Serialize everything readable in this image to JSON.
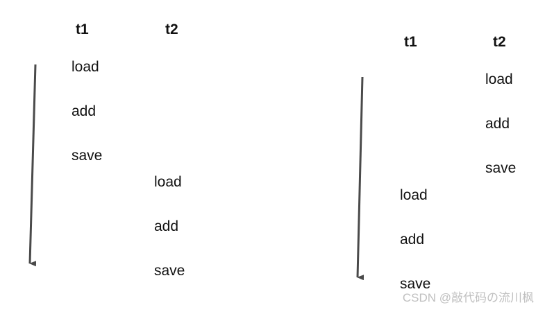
{
  "left_diagram": {
    "header_t1": "t1",
    "header_t2": "t2",
    "t1_ops": [
      "load",
      "add",
      "save"
    ],
    "t2_ops": [
      "load",
      "add",
      "save"
    ]
  },
  "right_diagram": {
    "header_t1": "t1",
    "header_t2": "t2",
    "t1_ops": [
      "load",
      "add",
      "save"
    ],
    "t2_ops": [
      "load",
      "add",
      "save"
    ]
  },
  "watermark": "CSDN @敲代码の流川枫"
}
